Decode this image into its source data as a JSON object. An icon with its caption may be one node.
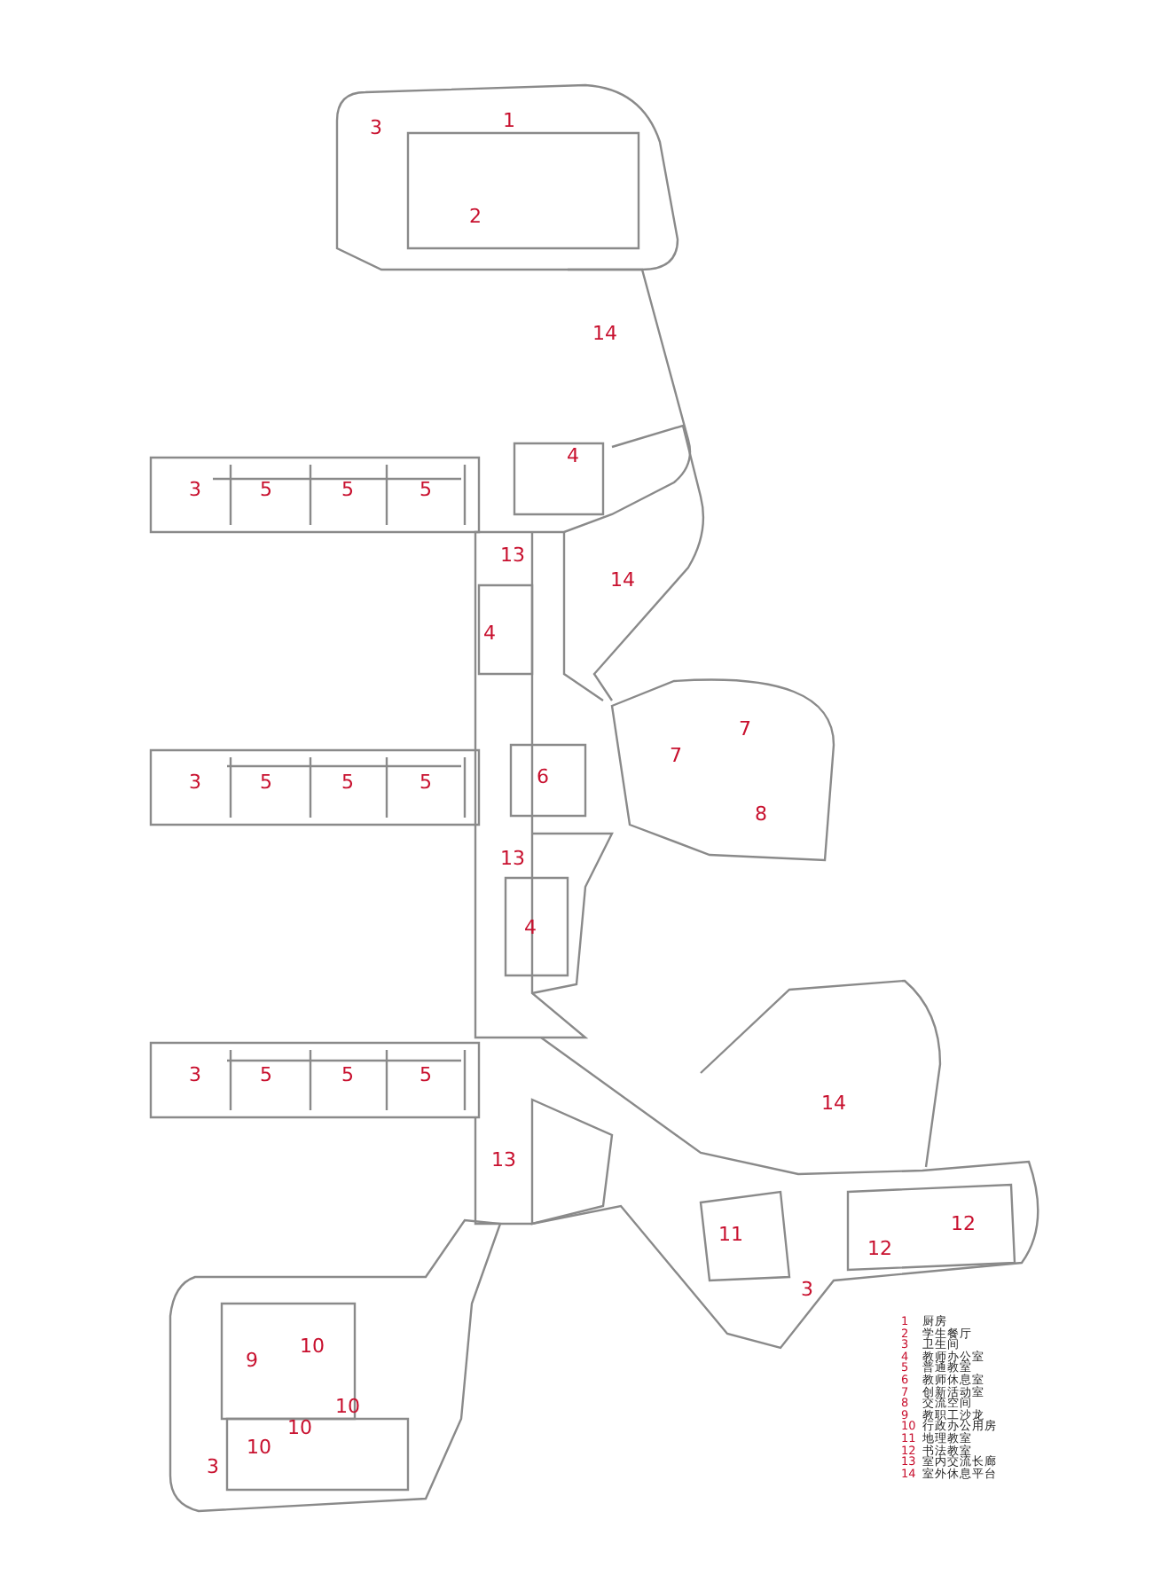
{
  "diagram": {
    "labels": [
      "3",
      "1",
      "2",
      "14",
      "4",
      "3",
      "5",
      "5",
      "5",
      "13",
      "14",
      "4",
      "7",
      "7",
      "3",
      "5",
      "5",
      "5",
      "6",
      "8",
      "13",
      "4",
      "14",
      "3",
      "5",
      "5",
      "5",
      "13",
      "12",
      "11",
      "12",
      "3",
      "10",
      "9",
      "10",
      "10",
      "10",
      "3",
      "1",
      "厨房",
      "2",
      "学生餐厅",
      "3",
      "卫生间",
      "4",
      "教师办公室",
      "5",
      "普通教室",
      "6",
      "教师休息室",
      "7",
      "创新活动室",
      "8",
      "交流空间",
      "9",
      "教职工沙龙",
      "10",
      "行政办公用房",
      "11",
      "地理教室",
      "12",
      "书法教室",
      "13",
      "室内交流长廊",
      "14",
      "室外休息平台"
    ]
  }
}
